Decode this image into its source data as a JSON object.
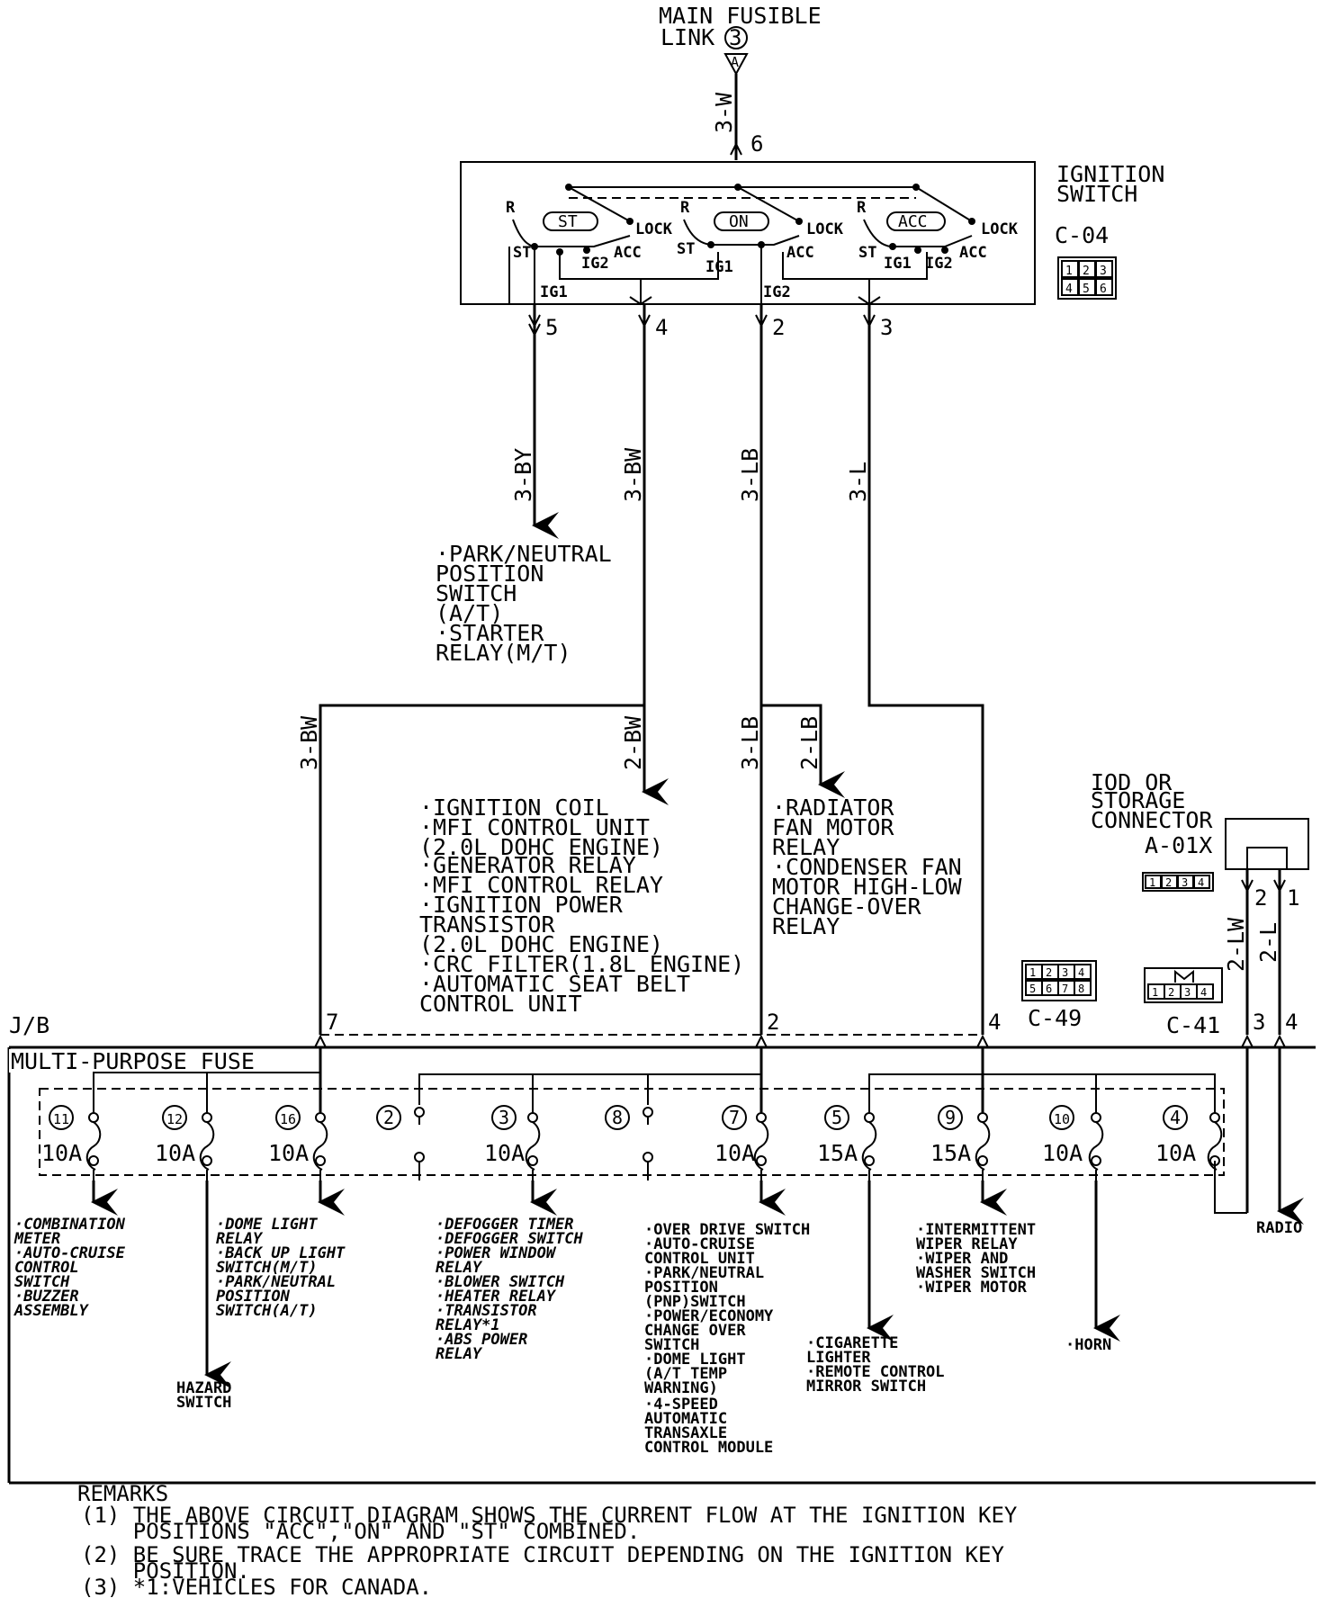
{
  "source": {
    "title_lines": [
      "MAIN FUSIBLE",
      "LINK"
    ],
    "link_number": "3",
    "connector_letter": "A",
    "wire": "3-W",
    "pin": "6"
  },
  "ignition_switch": {
    "title_lines": [
      "IGNITION",
      "SWITCH"
    ],
    "connector_id": "C-04",
    "connector_pins": [
      "1",
      "2",
      "3",
      "4",
      "5",
      "6"
    ],
    "positions": [
      "ST",
      "ON",
      "ACC"
    ],
    "terminal_labels": {
      "lock": "LOCK",
      "acc": "ACC",
      "ig1": "IG1",
      "ig2": "IG2",
      "st": "ST",
      "r": "R"
    },
    "output_pins": [
      "5",
      "4",
      "2",
      "3"
    ]
  },
  "wires": {
    "w_3by": "3-BY",
    "w_3bw": "3-BW",
    "w_3lb": "3-LB",
    "w_3l": "3-L",
    "w_3bw_left": "3-BW",
    "w_2bw": "2-BW",
    "w_3lb_low": "3-LB",
    "w_2lb": "2-LB",
    "w_2lw": "2-LW",
    "w_2l": "2-L"
  },
  "loads": {
    "starter": [
      "·PARK/NEUTRAL",
      " POSITION",
      " SWITCH",
      " (A/T)",
      "·STARTER",
      " RELAY(M/T)"
    ],
    "ignition_coil": [
      "·IGNITION COIL",
      "·MFI CONTROL UNIT",
      " (2.0L DOHC ENGINE)",
      "·GENERATOR RELAY",
      "·MFI CONTROL RELAY",
      "·IGNITION POWER",
      " TRANSISTOR",
      " (2.0L DOHC ENGINE)",
      "·CRC FILTER(1.8L ENGINE)",
      "·AUTOMATIC SEAT BELT",
      " CONTROL UNIT"
    ],
    "radiator": [
      "·RADIATOR",
      " FAN MOTOR",
      " RELAY",
      "·CONDENSER FAN",
      " MOTOR HIGH-LOW",
      " CHANGE-OVER",
      " RELAY"
    ]
  },
  "iod_connector": {
    "title_lines": [
      "IOD OR",
      "STORAGE",
      "CONNECTOR"
    ],
    "connector_id": "A-01X",
    "connector_pins": [
      "1",
      "2",
      "3",
      "4"
    ],
    "pins": [
      "2",
      "1"
    ]
  },
  "connectors": {
    "c49": {
      "id": "C-49",
      "pins": [
        "1",
        "2",
        "3",
        "4",
        "5",
        "6",
        "7",
        "8"
      ]
    },
    "c41": {
      "id": "C-41",
      "pins": [
        "1",
        "2",
        "3",
        "4"
      ]
    }
  },
  "junction_block": {
    "label": "J/B",
    "fuse_block_label": "MULTI-PURPOSE FUSE",
    "input_pins": [
      "7",
      "2",
      "4",
      "3",
      "4"
    ],
    "fuses": [
      {
        "number": "11",
        "rating": "10A"
      },
      {
        "number": "12",
        "rating": "10A"
      },
      {
        "number": "16",
        "rating": "10A"
      },
      {
        "number": "2",
        "rating": ""
      },
      {
        "number": "3",
        "rating": "10A"
      },
      {
        "number": "8",
        "rating": ""
      },
      {
        "number": "7",
        "rating": "10A"
      },
      {
        "number": "5",
        "rating": "15A"
      },
      {
        "number": "9",
        "rating": "15A"
      },
      {
        "number": "10",
        "rating": "10A"
      },
      {
        "number": "4",
        "rating": "10A"
      }
    ]
  },
  "outputs": {
    "combination_meter": [
      "·COMBINATION",
      " METER",
      "·AUTO-CRUISE",
      " CONTROL",
      " SWITCH",
      "·BUZZER",
      " ASSEMBLY"
    ],
    "hazard": [
      "HAZARD",
      "SWITCH"
    ],
    "dome_light": [
      "·DOME LIGHT",
      " RELAY",
      "·BACK UP LIGHT",
      " SWITCH(M/T)",
      "·PARK/NEUTRAL",
      " POSITION",
      " SWITCH(A/T)"
    ],
    "defogger": [
      "·DEFOGGER TIMER",
      "·DEFOGGER SWITCH",
      "·POWER WINDOW",
      " RELAY",
      "·BLOWER SWITCH",
      "·HEATER RELAY",
      "·TRANSISTOR",
      " RELAY*1",
      "·ABS POWER",
      " RELAY"
    ],
    "overdrive": [
      "·OVER DRIVE SWITCH",
      "·AUTO-CRUISE",
      " CONTROL UNIT",
      "·PARK/NEUTRAL",
      " POSITION",
      " (PNP)SWITCH",
      "·POWER/ECONOMY",
      " CHANGE OVER",
      " SWITCH",
      "·DOME LIGHT",
      " (A/T TEMP",
      " WARNING)",
      "·4-SPEED",
      " AUTOMATIC",
      " TRANSAXLE",
      " CONTROL MODULE"
    ],
    "cigarette": [
      "·CIGARETTE",
      " LIGHTER",
      "·REMOTE CONTROL",
      " MIRROR SWITCH"
    ],
    "wiper": [
      "·INTERMITTENT",
      " WIPER RELAY",
      "·WIPER AND",
      " WASHER SWITCH",
      "·WIPER MOTOR"
    ],
    "horn": [
      "·HORN"
    ],
    "radio": [
      "RADIO"
    ]
  },
  "remarks": {
    "title": "REMARKS",
    "items": [
      [
        "(1) THE ABOVE CIRCUIT DIAGRAM SHOWS THE CURRENT FLOW AT THE IGNITION KEY",
        "    POSITIONS \"ACC\",\"ON\" AND \"ST\" COMBINED."
      ],
      [
        "(2) BE SURE TRACE THE APPROPRIATE CIRCUIT DEPENDING ON THE IGNITION KEY",
        "    POSITION."
      ],
      [
        "(3) *1:VEHICLES FOR CANADA."
      ]
    ]
  }
}
